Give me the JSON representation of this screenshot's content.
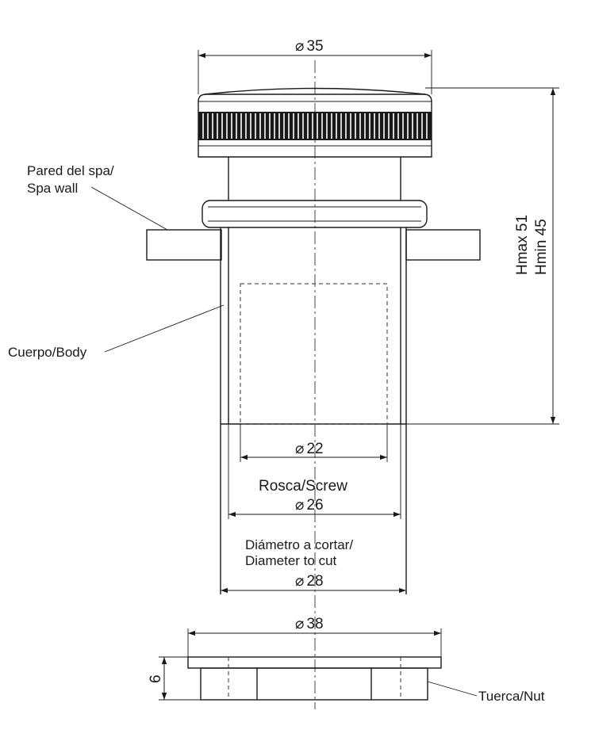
{
  "labels": {
    "spa_wall_line1": "Pared del spa/",
    "spa_wall_line2": "Spa wall",
    "body": "Cuerpo/Body",
    "screw": "Rosca/Screw",
    "cut_line1": "Diámetro a cortar/",
    "cut_line2": "Diameter to cut",
    "nut": "Tuerca/Nut",
    "hmax": "Hmax 51",
    "hmin": "Hmin 45"
  },
  "dimensions": {
    "cap_diameter": "35",
    "inner_diameter": "22",
    "screw_diameter": "26",
    "cut_diameter": "28",
    "nut_diameter": "38",
    "nut_height": "6"
  },
  "symbols": {
    "diameter": "⌀"
  }
}
